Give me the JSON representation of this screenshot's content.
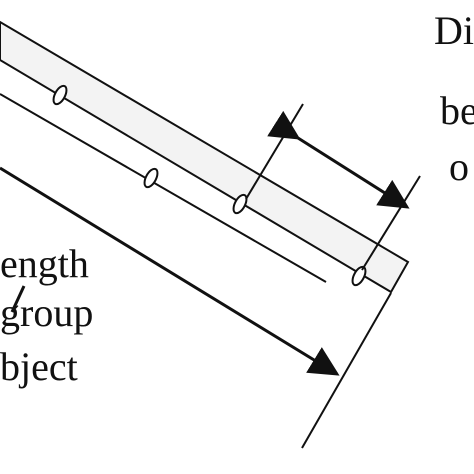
{
  "labels": {
    "distance_line1": "Di",
    "distance_line2": "be",
    "distance_line3": "o",
    "length_line1": "ength",
    "length_line2": "group",
    "length_line3": "bject"
  },
  "colors": {
    "background": "#ffffff",
    "stroke": "#111111",
    "band_fill": "#f3f3f3",
    "hole_fill": "#ffffff"
  }
}
